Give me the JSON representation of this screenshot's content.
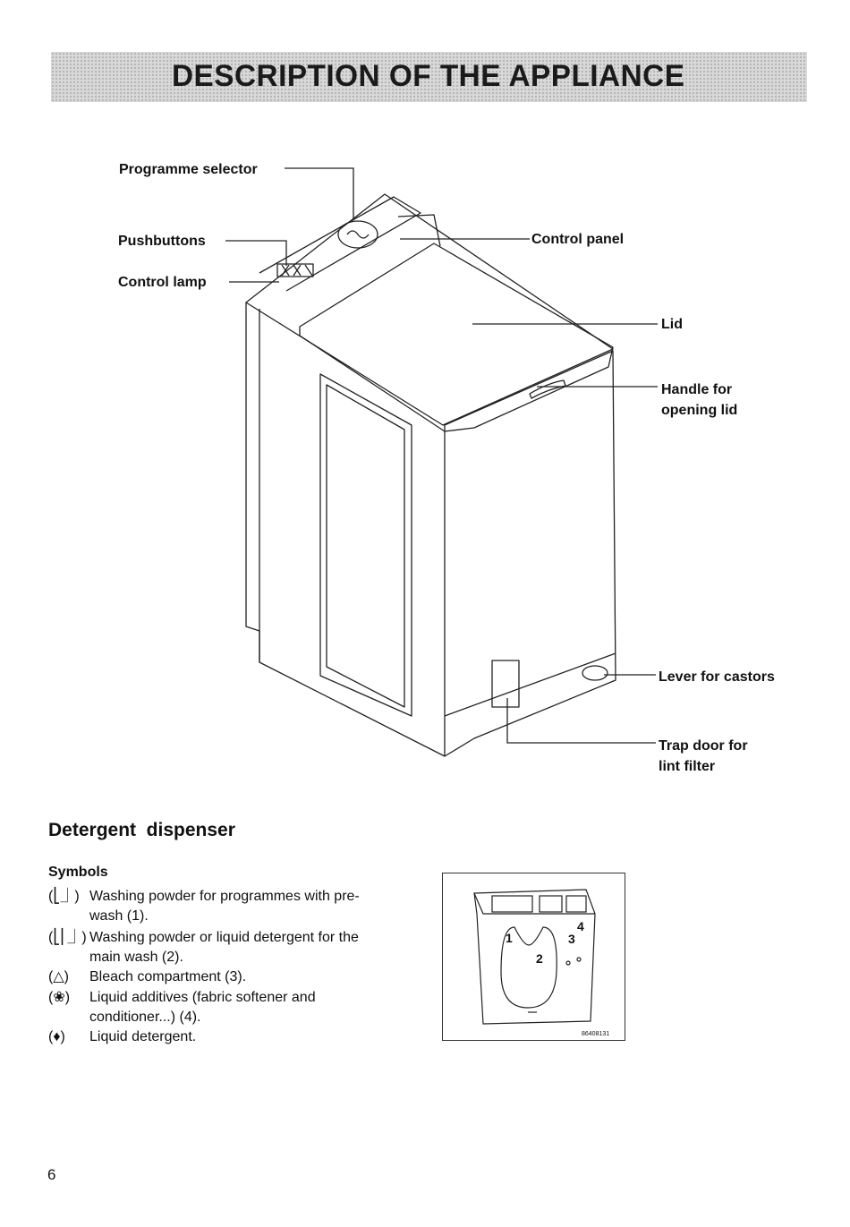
{
  "page_title": "DESCRIPTION OF THE APPLIANCE",
  "labels": {
    "programme_selector": "Programme selector",
    "pushbuttons": "Pushbuttons",
    "control_lamp": "Control lamp",
    "control_panel": "Control panel",
    "lid": "Lid",
    "handle_line1": "Handle for",
    "handle_line2": "opening lid",
    "lever": "Lever for castors",
    "trap_line1": "Trap door for",
    "trap_line2": "lint filter"
  },
  "detergent_section": {
    "heading": "Detergent  dispenser",
    "symbols_heading": "Symbols",
    "items": [
      {
        "symbol": "(⎣⏌)",
        "text": "Washing powder for programmes with pre-wash (1)."
      },
      {
        "symbol": "(⎣⎢⏌)",
        "text": "Washing powder or liquid detergent for the main wash (2)."
      },
      {
        "symbol": "(△)",
        "text": "Bleach compartment (3)."
      },
      {
        "symbol": "(❀)",
        "text": "Liquid additives (fabric softener and conditioner...) (4)."
      },
      {
        "symbol": "(♦)",
        "text": "Liquid detergent."
      }
    ]
  },
  "dispenser_figure": {
    "numbers": [
      "1",
      "2",
      "3",
      "4"
    ],
    "code": "86408131"
  },
  "page_number": "6"
}
